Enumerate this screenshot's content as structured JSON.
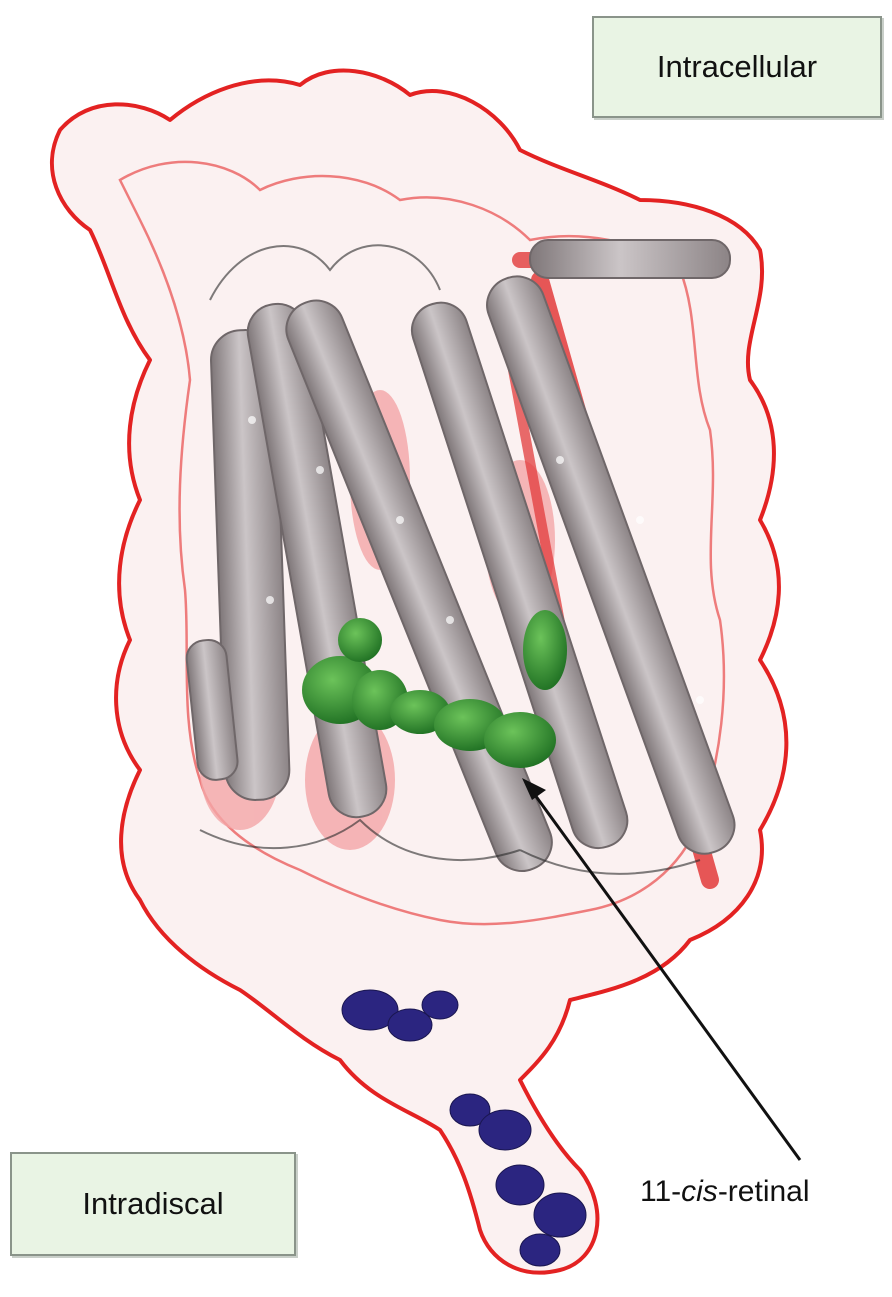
{
  "labels": {
    "intracellular": "Intracellular",
    "intradiscal": "Intradiscal",
    "retinal_prefix": "11-",
    "retinal_italic": "cis",
    "retinal_suffix": "-retinal"
  },
  "colors": {
    "surface_fill": "#fbf0f0",
    "surface_outline": "#e32222",
    "helix": "#9e9698",
    "helix_highlight": "#c6c0c2",
    "retinal": "#2f8a2f",
    "sugar": "#2b2580",
    "label_box": "#e9f4e4"
  }
}
